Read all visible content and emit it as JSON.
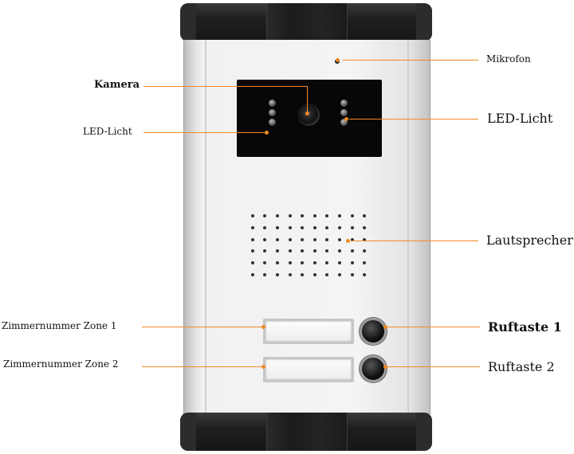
{
  "labels": {
    "mikrofon": "Mikrofon",
    "kamera": "Kamera",
    "led_left": "LED-Licht",
    "led_right": "LED-Licht",
    "lautsprecher": "Lautsprecher",
    "zone1": "Zimmernummer Zone 1",
    "zone2": "Zimmernummer Zone 2",
    "ruftaste1": "Ruftaste 1",
    "ruftaste2": "Ruftaste 2"
  },
  "colors": {
    "callout": "#f08a24",
    "frame": "#1f1f1f",
    "panel": "#f1f1f1"
  }
}
